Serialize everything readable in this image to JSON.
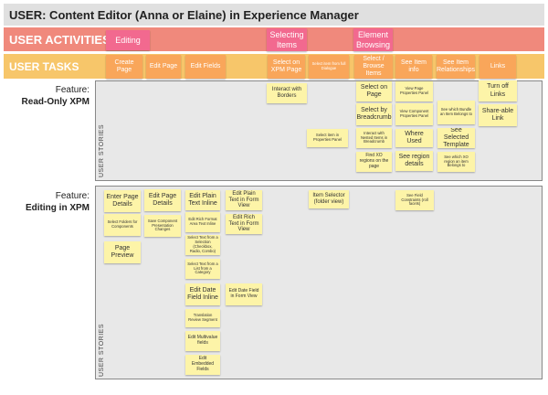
{
  "header": {
    "title": "USER: Content Editor (Anna or Elaine) in Experience Manager",
    "activities_label": "USER ACTIVITIES",
    "tasks_label": "USER TASKS"
  },
  "activities": [
    "Editing",
    "Selecting Items",
    "Element Browsing"
  ],
  "tasks": [
    "Create Page",
    "Edit Page",
    "Edit Fields",
    "Select on XPM Page",
    "Select item from full Dialogue",
    "Select / Browse Items",
    "See Item info",
    "See Item Relationships",
    "Links"
  ],
  "features": {
    "readonly": {
      "prefix": "Feature:",
      "name": "Read-Only XPM",
      "stories_label": "USER STORIES",
      "stories": [
        "Interact with Borders",
        "Select item in Properties Panel",
        "Select on Page",
        "Select by Breadcrumb",
        "Interact with Nested Items in Breadcrumb",
        "Find XO regions on the page",
        "View Page Properties Panel",
        "View Component Properties Panel",
        "Where Used",
        "See region details",
        "See which Bundle an Item Belongs to",
        "See Selected Template",
        "See which XO region an item Belongs to",
        "Turn off Links",
        "Share-able Link"
      ]
    },
    "editing": {
      "prefix": "Feature:",
      "name": "Editing in XPM",
      "stories_label": "USER STORIES",
      "stories": [
        "Enter Page Details",
        "Select Folders for Components",
        "Page Preview",
        "Edit Page Details",
        "Save Component Presentation Changes",
        "Edit Plain Text Inline",
        "Edit Rich Format Area Text Inline",
        "Select Text from a Selection (Checkbox, Radio, Combo)",
        "Select Text from a List from a Category",
        "Edit Date Field Inline",
        "Translation Review Segment",
        "Edit Multivalue fields",
        "Edit Embedded Fields",
        "Edit Plain Text in Form View",
        "Edit Rich Text in Form View",
        "Edit Date Field in Form View",
        "Item Selector (folder view)",
        "See Field Constraints (roll facets)"
      ]
    }
  },
  "colors": {
    "title_band": "#e0e0e0",
    "activities_band": "#f0897c",
    "tasks_band": "#f7c66a",
    "activity_sticky": "#f2698f",
    "task_sticky": "#f9a65a",
    "story_sticky": "#fdf4a8",
    "frame_bg": "#e8e8e8"
  }
}
